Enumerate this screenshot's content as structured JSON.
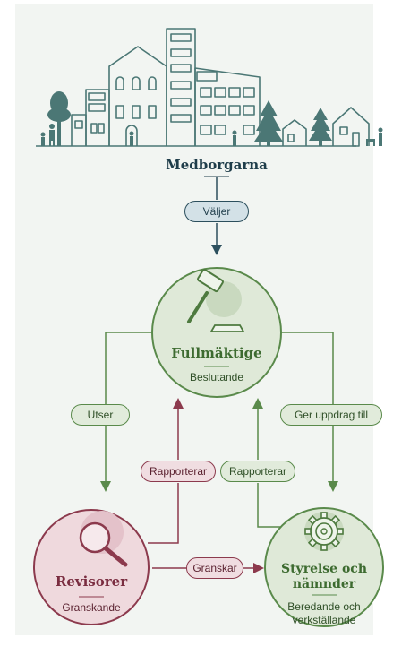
{
  "citizens": {
    "label": "Medborgarna"
  },
  "edges": {
    "elect": "Väljer",
    "appoints_auditors": "Utser",
    "assigns": "Ger uppdrag till",
    "auditors_report": "Rapporterar",
    "board_reports": "Rapporterar",
    "audit": "Granskar"
  },
  "nodes": {
    "council": {
      "title": "Fullmäktige",
      "subtitle": "Beslutande",
      "icon": "gavel-icon"
    },
    "auditors": {
      "title": "Revisorer",
      "subtitle": "Granskande",
      "icon": "magnifier-icon"
    },
    "board": {
      "title_line1": "Styrelse och",
      "title_line2": "nämnder",
      "subtitle_line1": "Beredande och",
      "subtitle_line2": "verkställande",
      "icon": "gear-icon"
    }
  },
  "colors": {
    "panel": "#f2f5f2",
    "dark_blue": "#1f3d4a",
    "green": "#5a8a4b",
    "green_fill": "#dfe9d8",
    "red": "#8c3a4d",
    "red_fill": "#efd9dd",
    "city_fill": "#4b7775"
  }
}
